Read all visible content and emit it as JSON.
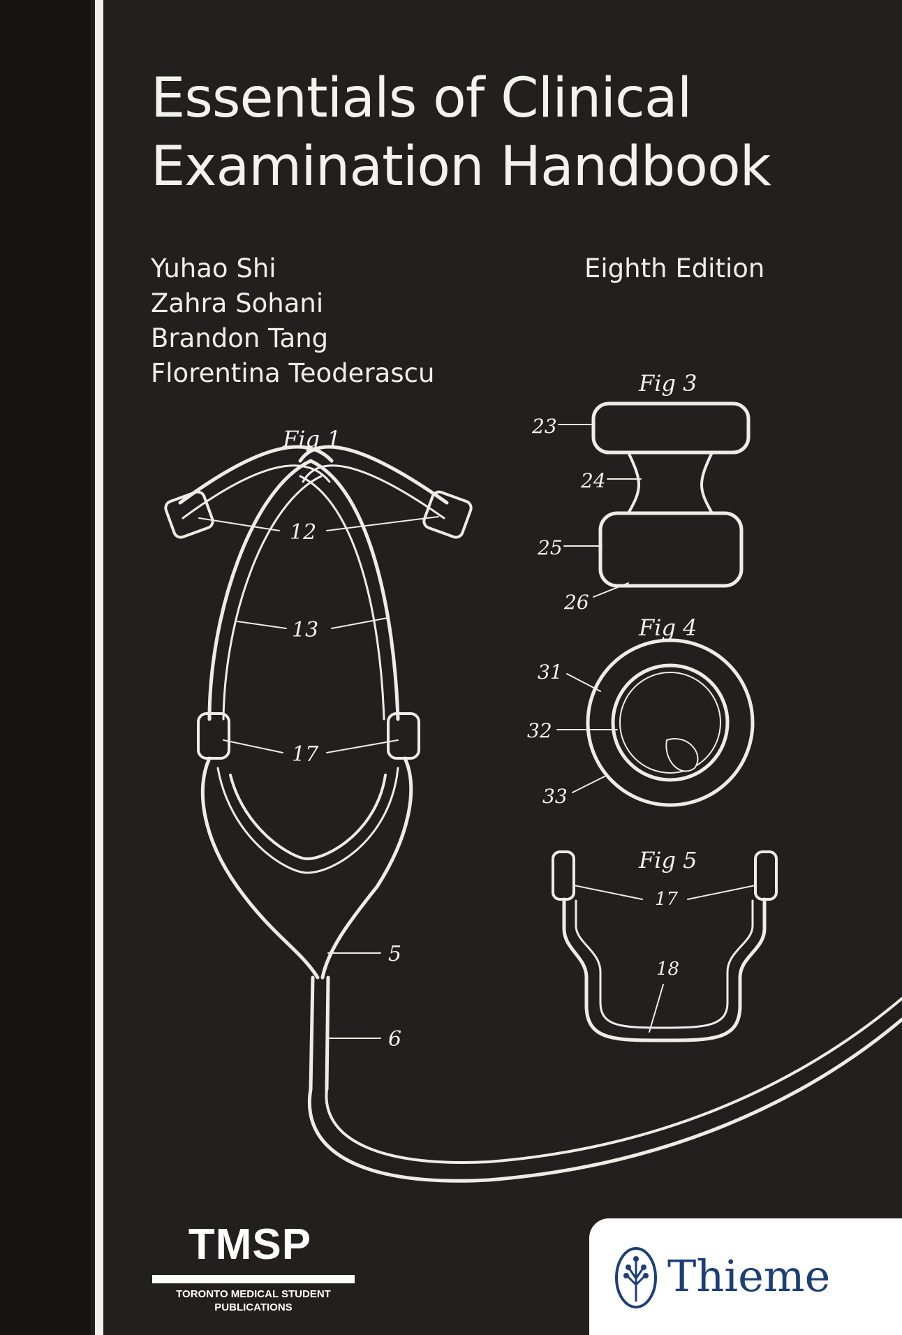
{
  "title": {
    "line1": "Essentials of Clinical",
    "line2": "Examination Handbook"
  },
  "authors": [
    "Yuhao Shi",
    "Zahra Sohani",
    "Brandon Tang",
    "Florentina Teoderascu"
  ],
  "edition": "Eighth Edition",
  "figures": {
    "fig1": {
      "label": "Fig 1",
      "callouts": [
        "12",
        "13",
        "17",
        "5",
        "6"
      ]
    },
    "fig3": {
      "label": "Fig 3",
      "callouts": [
        "23",
        "24",
        "25",
        "26"
      ]
    },
    "fig4": {
      "label": "Fig 4",
      "callouts": [
        "31",
        "32",
        "33"
      ]
    },
    "fig5": {
      "label": "Fig 5",
      "callouts": [
        "17",
        "18"
      ]
    }
  },
  "publisher_series": {
    "logo_text": "TMSP",
    "line1": "TORONTO MEDICAL STUDENT",
    "line2": "PUBLICATIONS"
  },
  "publisher": {
    "name": "Thieme",
    "color": "#1d3f77",
    "icon": "tree-icon"
  },
  "colors": {
    "background": "#241f1f",
    "text": "#f4f2ef"
  }
}
